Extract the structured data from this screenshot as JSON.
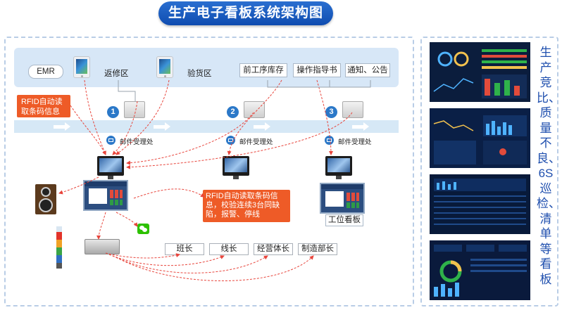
{
  "title": "生产电子看板系统架构图",
  "top_panel": {
    "emr": "EMR",
    "fanxiu": "返修区",
    "yanhuo": "验货区",
    "qian_gongxu": "前工序库存",
    "caozuo_zhidao": "操作指导书",
    "tongzhi": "通知、公告"
  },
  "callouts": {
    "rfid_left": "RFID自动读取条码信息",
    "rfid_right": "RFID自动读取条码信息，校验连续3台同缺陷，报警、停线"
  },
  "stations": [
    {
      "number": "1",
      "mail_label": "邮件受理处"
    },
    {
      "number": "2",
      "mail_label": "邮件受理处"
    },
    {
      "number": "3",
      "mail_label": "邮件受理处"
    }
  ],
  "workstation_board": "工位看板",
  "roles": [
    "班长",
    "线长",
    "经营体长",
    "制造部长"
  ],
  "side_text": "生产竞比、质量不良、6S巡检、清单等看板",
  "colors": {
    "accent": "#1f5fc0",
    "callout": "#ee5b27",
    "arrow": "#e8453c"
  }
}
